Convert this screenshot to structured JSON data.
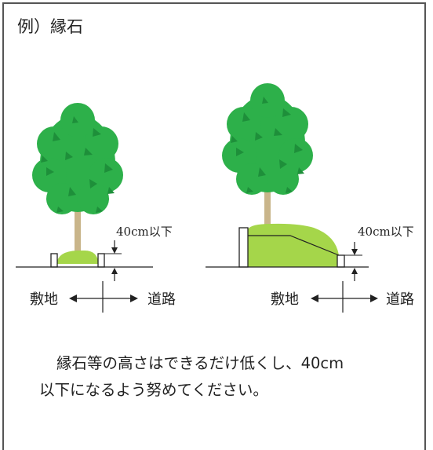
{
  "title": "例）縁石",
  "left_diagram": {
    "height_label": "40cm以下",
    "private_land_label": "敷地",
    "road_label": "道路"
  },
  "right_diagram": {
    "height_label": "40cm以下",
    "private_land_label": "敷地",
    "road_label": "道路"
  },
  "caption": {
    "line1": "縁石等の高さはできるだけ低くし、40cm",
    "line2": "以下になるよう努めてください。"
  },
  "colors": {
    "foliage": "#2db04a",
    "foliage_dark": "#1e8f3a",
    "grass": "#a5d64a",
    "trunk": "#c9b58a",
    "line": "#222222"
  }
}
